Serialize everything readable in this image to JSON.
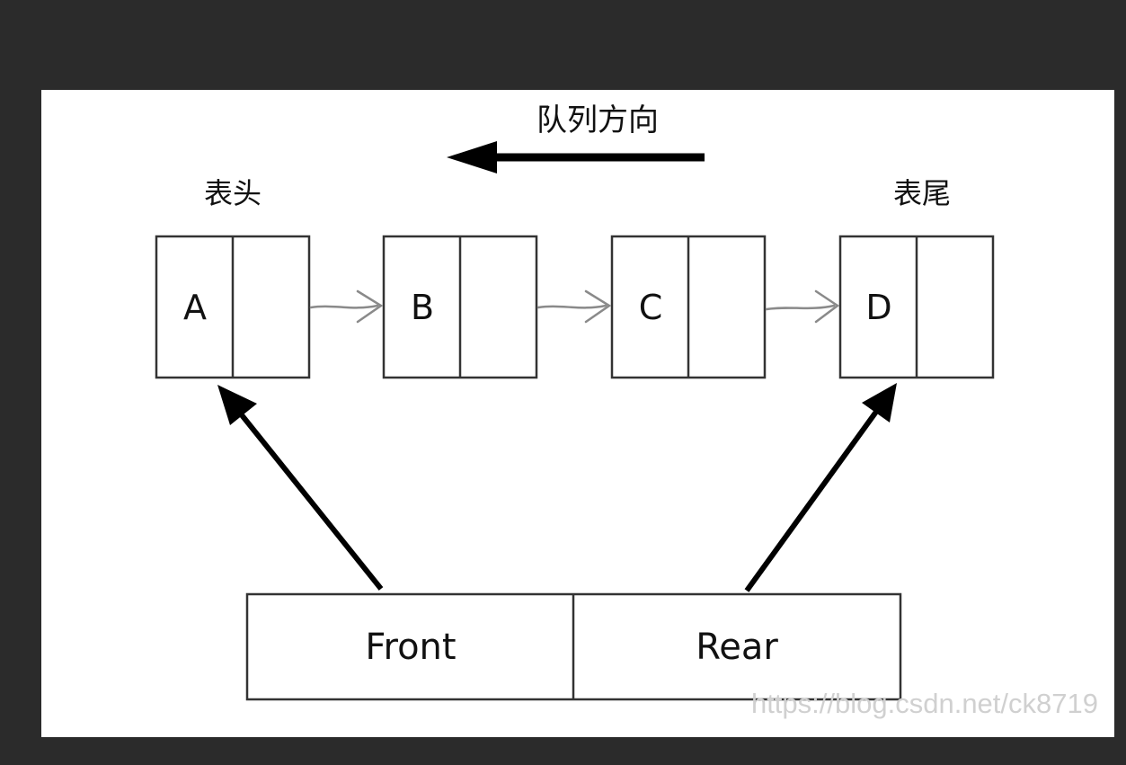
{
  "diagram": {
    "direction_label": "队列方向",
    "head_label": "表头",
    "tail_label": "表尾",
    "nodes": [
      {
        "value": "A"
      },
      {
        "value": "B"
      },
      {
        "value": "C"
      },
      {
        "value": "D"
      }
    ],
    "pointer_box": {
      "front_label": "Front",
      "rear_label": "Rear"
    },
    "watermark": "https://blog.csdn.net/ck8719"
  }
}
